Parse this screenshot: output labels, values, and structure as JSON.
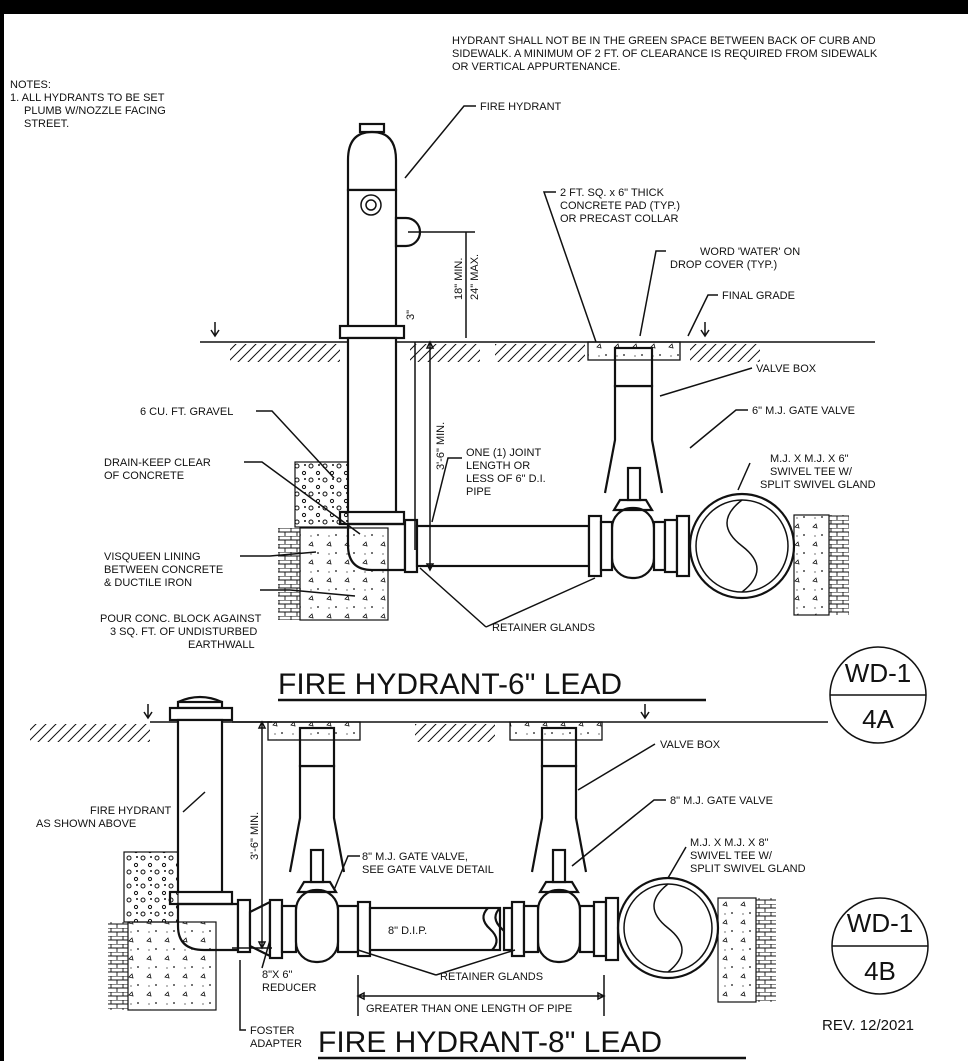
{
  "top_note": {
    "line1": "HYDRANT SHALL NOT BE IN THE GREEN SPACE BETWEEN BACK OF CURB AND",
    "line2": "SIDEWALK.  A MINIMUM OF 2 FT. OF CLEARANCE IS REQUIRED FROM SIDEWALK",
    "line3": "OR VERTICAL APPURTENANCE."
  },
  "notes": {
    "heading": "NOTES:",
    "line1": "1. ALL HYDRANTS TO BE SET",
    "line2": "PLUMB W/NOZZLE FACING",
    "line3": "STREET."
  },
  "detail_a": {
    "title": "FIRE HYDRANT-6\" LEAD",
    "tag_top": "WD-1",
    "tag_bottom": "4A",
    "labels": {
      "fire_hydrant": "FIRE HYDRANT",
      "pad1": "2 FT. SQ. x 6\" THICK",
      "pad2": "CONCRETE PAD (TYP.)",
      "pad3": "OR PRECAST COLLAR",
      "word1": "WORD 'WATER' ON",
      "word2": "DROP COVER (TYP.)",
      "final_grade": "FINAL GRADE",
      "valve_box": "VALVE BOX",
      "gate_valve": "6\" M.J. GATE VALVE",
      "gravel": "6 CU. FT. GRAVEL",
      "drain1": "DRAIN-KEEP CLEAR",
      "drain2": "OF CONCRETE",
      "joint1": "ONE (1) JOINT",
      "joint2": "LENGTH OR",
      "joint3": "LESS OF 6\" D.I.",
      "joint4": "PIPE",
      "tee1": "M.J. X M.J. X 6\"",
      "tee2": "SWIVEL TEE   W/",
      "tee3": "SPLIT SWIVEL GLAND",
      "visq1": "VISQUEEN LINING",
      "visq2": "BETWEEN CONCRETE",
      "visq3": "& DUCTILE IRON",
      "pour1": "POUR CONC. BLOCK AGAINST",
      "pour2": "3 SQ. FT. OF UNDISTURBED",
      "pour3": "EARTHWALL",
      "retainer": "RETAINER GLANDS",
      "dim_3in": "3\"",
      "dim_18": "18\" MIN.",
      "dim_24": "24\" MAX.",
      "dim_depth": "3'-6\" MIN."
    }
  },
  "detail_b": {
    "title": "FIRE HYDRANT-8\" LEAD",
    "tag_top": "WD-1",
    "tag_bottom": "4B",
    "labels": {
      "valve_box": "VALVE BOX",
      "gate_valve": "8\" M.J. GATE VALVE",
      "hydrant1": "FIRE HYDRANT",
      "hydrant2": "AS SHOWN ABOVE",
      "dim_depth": "3'-6\" MIN.",
      "gv_detail1": "8\" M.J. GATE VALVE,",
      "gv_detail2": "SEE GATE VALVE DETAIL",
      "tee1": "M.J. X M.J. X 8\"",
      "tee2": "SWIVEL TEE   W/",
      "tee3": "SPLIT SWIVEL GLAND",
      "dip": "8\" D.I.P.",
      "retainer": "RETAINER GLANDS",
      "reducer1": "8\"X 6\"",
      "reducer2": "REDUCER",
      "greater": "GREATER THAN ONE LENGTH OF PIPE",
      "foster1": "FOSTER",
      "foster2": "ADAPTER"
    }
  },
  "revision": "REV. 12/2021"
}
